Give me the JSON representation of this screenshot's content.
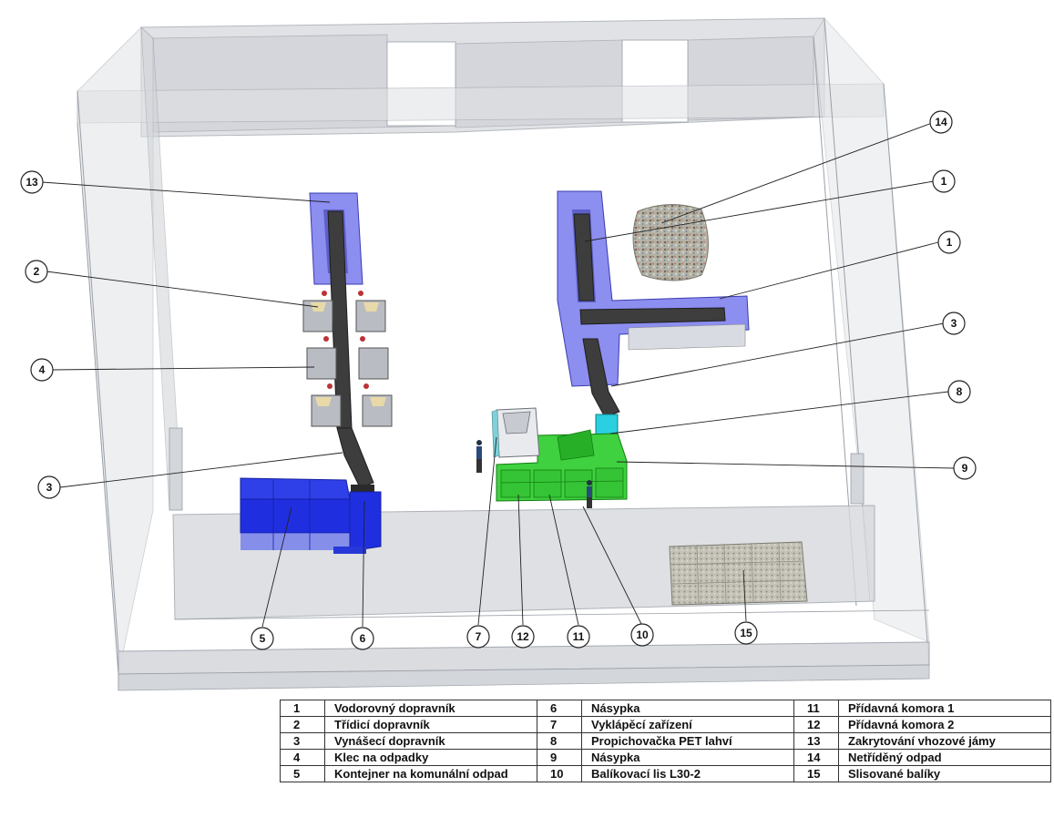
{
  "callouts": [
    {
      "id": "c13",
      "text": "13"
    },
    {
      "id": "c2",
      "text": "2"
    },
    {
      "id": "c4",
      "text": "4"
    },
    {
      "id": "c3a",
      "text": "3"
    },
    {
      "id": "c5",
      "text": "5"
    },
    {
      "id": "c6",
      "text": "6"
    },
    {
      "id": "c7",
      "text": "7"
    },
    {
      "id": "c12",
      "text": "12"
    },
    {
      "id": "c11",
      "text": "11"
    },
    {
      "id": "c10",
      "text": "10"
    },
    {
      "id": "c15",
      "text": "15"
    },
    {
      "id": "c14",
      "text": "14"
    },
    {
      "id": "c1a",
      "text": "1"
    },
    {
      "id": "c1b",
      "text": "1"
    },
    {
      "id": "c3b",
      "text": "3"
    },
    {
      "id": "c8",
      "text": "8"
    },
    {
      "id": "c9",
      "text": "9"
    }
  ],
  "legend": {
    "rows": [
      [
        {
          "n": "1",
          "t": "Vodorovný dopravník"
        },
        {
          "n": "6",
          "t": "Násypka"
        },
        {
          "n": "11",
          "t": "Přídavná komora 1"
        }
      ],
      [
        {
          "n": "2",
          "t": "Třídicí dopravník"
        },
        {
          "n": "7",
          "t": "Vyklápěcí zařízení"
        },
        {
          "n": "12",
          "t": "Přídavná komora 2"
        }
      ],
      [
        {
          "n": "3",
          "t": "Vynášecí dopravník"
        },
        {
          "n": "8",
          "t": "Propichovačka PET lahví"
        },
        {
          "n": "13",
          "t": "Zakrytování vhozové jámy"
        }
      ],
      [
        {
          "n": "4",
          "t": "Klec na odpadky"
        },
        {
          "n": "9",
          "t": "Násypka"
        },
        {
          "n": "14",
          "t": "Netříděný odpad"
        }
      ],
      [
        {
          "n": "5",
          "t": "Kontejner na komunální odpad"
        },
        {
          "n": "10",
          "t": "Balíkovací lis L30-2"
        },
        {
          "n": "15",
          "t": "Slisované balíky"
        }
      ]
    ]
  },
  "colors": {
    "wall": "#c9cdd3",
    "conveyor_hood": "#8c8ef0",
    "belt": "#3d3d3d",
    "container": "#1f2fe0",
    "press": "#3fd13f",
    "pet_piercer": "#2ad0e0",
    "cage": "#b9bcc2",
    "bales": "#b7b5a8",
    "waste_pile": "#a7a79a"
  }
}
